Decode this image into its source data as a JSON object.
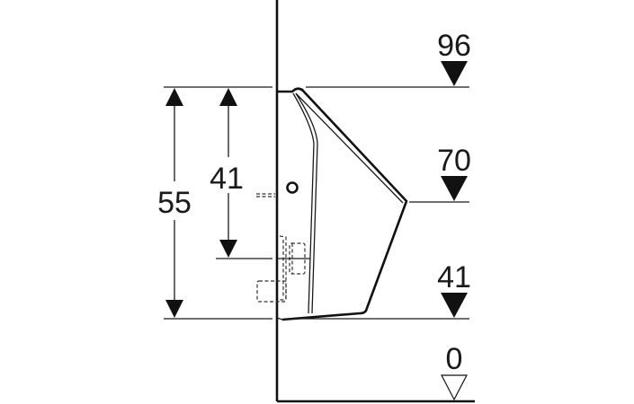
{
  "diagram": {
    "subject": "Wall-hung urinal side view with mounting heights",
    "unit_hint": "cm",
    "vertical_dimensions": [
      {
        "id": "dim-55",
        "label": "55",
        "from_level": "41",
        "to_level": "96"
      },
      {
        "id": "dim-41",
        "label": "41",
        "from_level": "outlet",
        "to_level": "96"
      }
    ],
    "level_markers": [
      {
        "id": "level-96",
        "label": "96",
        "style": "filled"
      },
      {
        "id": "level-70",
        "label": "70",
        "style": "filled"
      },
      {
        "id": "level-41",
        "label": "41",
        "style": "filled"
      },
      {
        "id": "level-0",
        "label": "0",
        "style": "hollow"
      }
    ],
    "colors": {
      "line": "#111111",
      "background": "#ffffff"
    }
  }
}
